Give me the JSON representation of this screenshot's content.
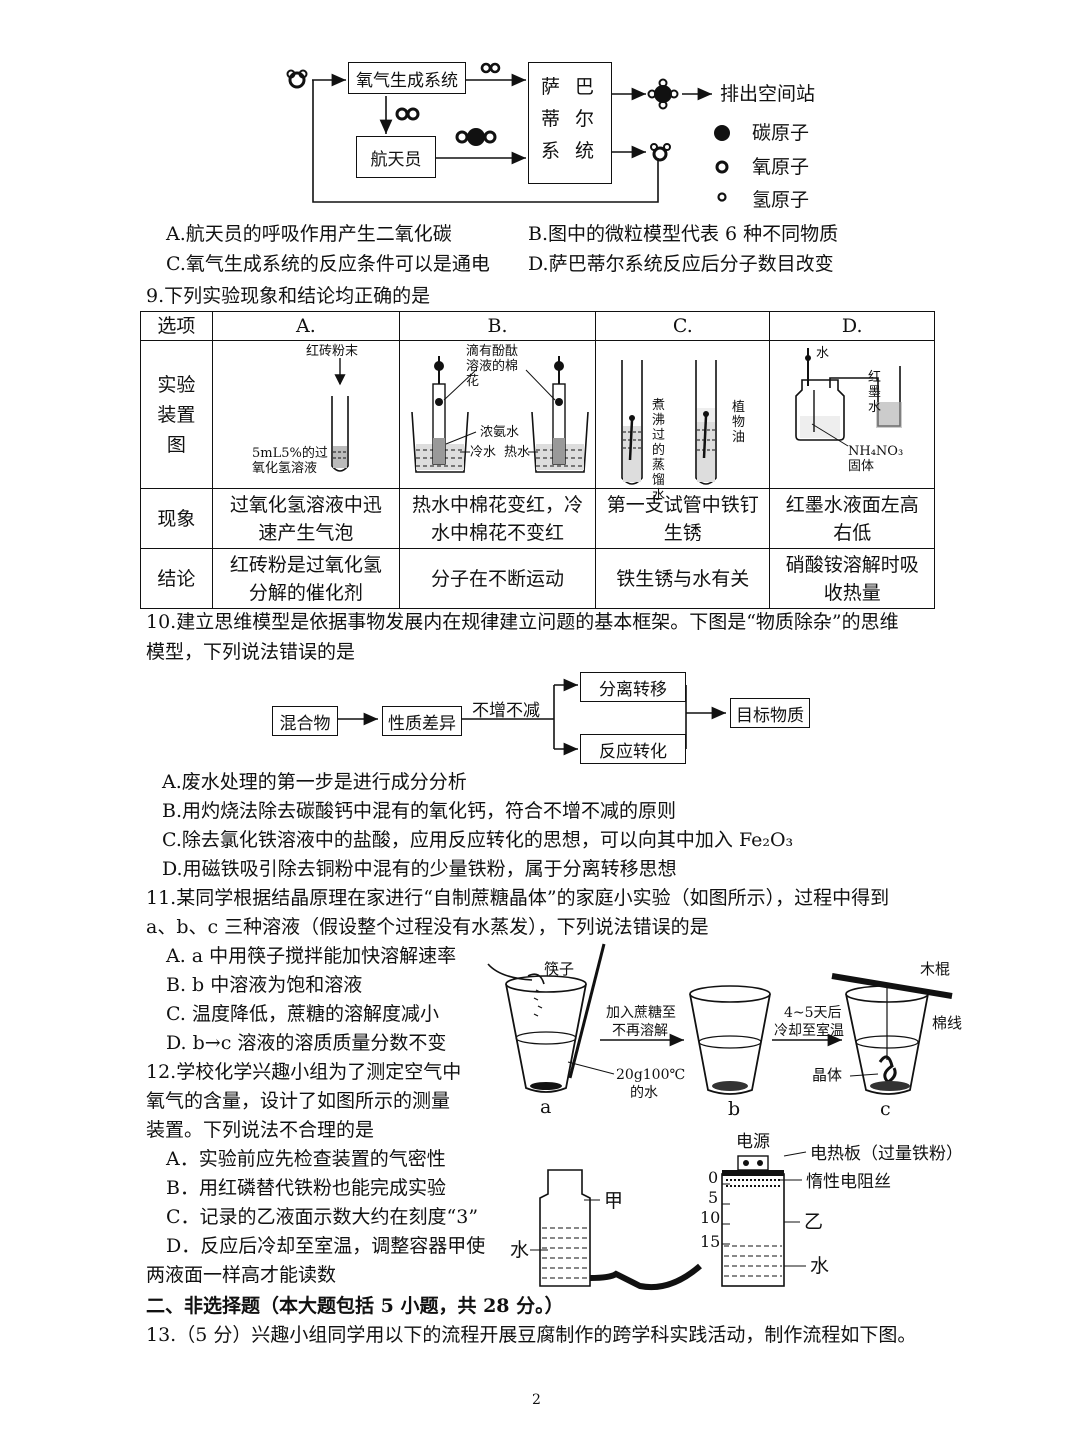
{
  "q8": {
    "o2_system": "氧气生成系统",
    "astronaut": "航天员",
    "sabatier": [
      "萨",
      "巴",
      "蒂",
      "尔",
      "系",
      "统"
    ],
    "exhaust": "排出空间站",
    "legend": [
      "碳原子",
      "氧原子",
      "氢原子"
    ],
    "options": {
      "A": "A.航天员的呼吸作用产生二氧化碳",
      "B": "B.图中的微粒模型代表 6 种不同物质",
      "C": "C.氧气生成系统的反应条件可以是通电",
      "D": "D.萨巴蒂尔系统反应后分子数目改变"
    }
  },
  "q9": {
    "stem": "9.下列实验现象和结论均正确的是",
    "header": [
      "选项",
      "A.",
      "B.",
      "C.",
      "D."
    ],
    "row_labels": {
      "apparatus": "实验装置图",
      "phenomenon": "现象",
      "conclusion": "结论"
    },
    "apparatus_labels": {
      "a_top": "红砖粉末",
      "a_bottom": "5mL5%的过氧化氢溶液",
      "b_top": "滴有酚酞溶液的棉花",
      "b_ammonia": "浓氨水",
      "b_cold": "冷水",
      "b_hot": "热水",
      "c_left": "煮沸过的蒸馏水",
      "c_right": "植物油",
      "d_water": "水",
      "d_ink": "红墨水",
      "d_solid": "NH₄NO₃固体"
    },
    "phenomenon": [
      "过氧化氢溶液中迅速产生气泡",
      "热水中棉花变红，冷水中棉花不变红",
      "第一支试管中铁钉生锈",
      "红墨水液面左高右低"
    ],
    "conclusion": [
      "红砖粉是过氧化氢分解的催化剂",
      "分子在不断运动",
      "铁生锈与水有关",
      "硝酸铵溶解时吸收热量"
    ]
  },
  "q10": {
    "stem_line1": "10.建立思维模型是依据事物发展内在规律建立问题的基本框架。下图是“物质除杂”的思维",
    "stem_line2": "模型，下列说法错误的是",
    "flow": {
      "mixture": "混合物",
      "difference": "性质差异",
      "principle": "不增不减",
      "separate": "分离转移",
      "react": "反应转化",
      "target": "目标物质"
    },
    "options": {
      "A": "A.废水处理的第一步是进行成分分析",
      "B": "B.用灼烧法除去碳酸钙中混有的氧化钙，符合不增不减的原则",
      "C": "C.除去氯化铁溶液中的盐酸，应用反应转化的思想，可以向其中加入 Fe₂O₃",
      "D": "D.用磁铁吸引除去铜粉中混有的少量铁粉，属于分离转移思想"
    }
  },
  "q11": {
    "stem_line1": "11.某同学根据结晶原理在家进行“自制蔗糖晶体”的家庭小实验（如图所示），过程中得到",
    "stem_line2": "a、b、c 三种溶液（假设整个过程没有水蒸发），下列说法错误的是",
    "options": {
      "A": "A. a 中用筷子搅拌能加快溶解速率",
      "B": "B. b 中溶液为饱和溶液",
      "C": "C. 温度降低，蔗糖的溶解度减小",
      "D": "D. b→c 溶液的溶质质量分数不变"
    },
    "figure": {
      "chopsticks": "筷子",
      "step1_line1": "加入蔗糖至",
      "step1_line2": "不再溶解",
      "water_line1": "20g100℃",
      "water_line2": "的水",
      "step2_line1": "4~5天后",
      "step2_line2": "冷却至室温",
      "stick": "木棍",
      "thread": "棉线",
      "crystal": "晶体",
      "labels": [
        "a",
        "b",
        "c"
      ]
    }
  },
  "q12": {
    "stem_lines": [
      "12.学校化学兴趣小组为了测定空气中",
      "氧气的含量，设计了如图所示的测量",
      "装置。下列说法不合理的是"
    ],
    "options": {
      "A": "A．实验前应先检查装置的气密性",
      "B": "B．用红磷替代铁粉也能完成实验",
      "C": "C．记录的乙液面示数大约在刻度“3”",
      "D": "D．反应后冷却至室温，调整容器甲使"
    },
    "option_d_cont": "两液面一样高才能读数",
    "figure": {
      "power": "电源",
      "heater": "电热板（过量铁粉）",
      "wire": "惰性电阻丝",
      "jia": "甲",
      "yi": "乙",
      "water_left": "水",
      "water_right": "水",
      "scale": [
        "0",
        "5",
        "10",
        "15"
      ]
    }
  },
  "section2": "二、非选择题（本大题包括 5 小题，共 28 分。）",
  "q13": "13.（5 分）兴趣小组同学用以下的流程开展豆腐制作的跨学科实践活动，制作流程如下图。",
  "page_number": "2"
}
